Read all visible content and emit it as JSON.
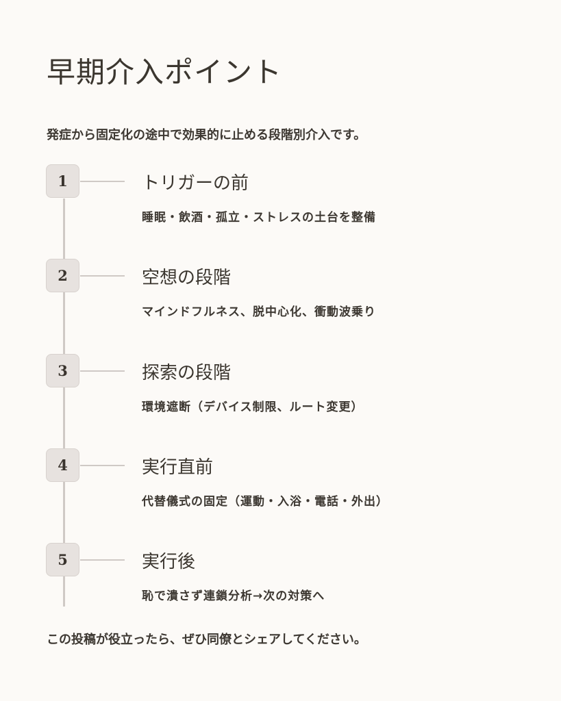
{
  "title": "早期介入ポイント",
  "subtitle": "発症から固定化の途中で効果的に止める段階別介入です。",
  "steps": [
    {
      "number": "1",
      "heading": "トリガーの前",
      "description": "睡眠・飲酒・孤立・ストレスの土台を整備"
    },
    {
      "number": "2",
      "heading": "空想の段階",
      "description": "マインドフルネス、脱中心化、衝動波乗り"
    },
    {
      "number": "3",
      "heading": "探索の段階",
      "description": "環境遮断（デバイス制限、ルート変更）"
    },
    {
      "number": "4",
      "heading": "実行直前",
      "description": "代替儀式の固定（運動・入浴・電話・外出）"
    },
    {
      "number": "5",
      "heading": "実行後",
      "description": "恥で潰さず連鎖分析→次の対策へ"
    }
  ],
  "footer": "この投稿が役立ったら、ぜひ同僚とシェアしてください。"
}
